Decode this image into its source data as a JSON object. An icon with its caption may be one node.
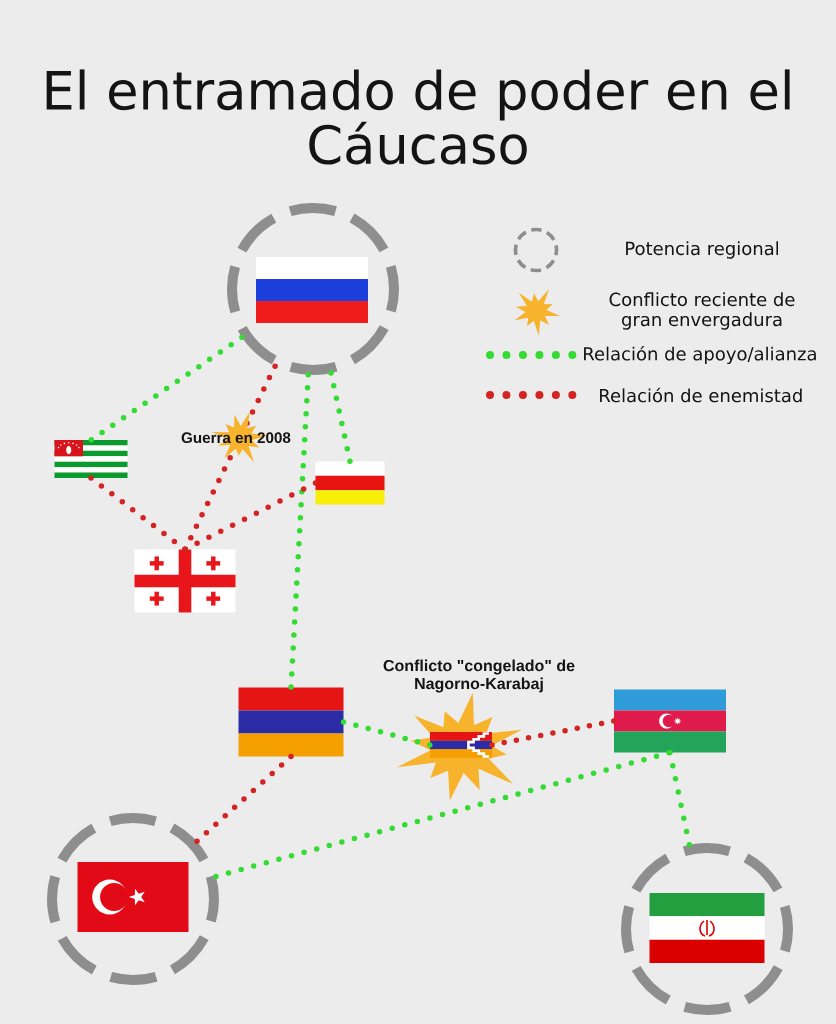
{
  "diagram": {
    "title": "El entramado de poder en el Cáucaso",
    "nodes": [
      {
        "text": [],
        "shape": "circle"
      },
      {
        "text": [],
        "shape": "picture",
        "in": 0
      },
      {
        "text": [],
        "shape": "picture"
      },
      {
        "text": [],
        "shape": "picture"
      },
      {
        "text": [],
        "shape": "picture"
      },
      {
        "text": [],
        "shape": "picture"
      },
      {
        "text": [],
        "shape": "picture",
        "beside": [
          "Conflicto \"congelado\" de Nagorno-Karabaj"
        ]
      },
      {
        "text": [],
        "shape": "picture"
      },
      {
        "text": [],
        "shape": "circle"
      },
      {
        "text": [],
        "shape": "picture",
        "in": 8
      },
      {
        "text": [],
        "shape": "circle"
      },
      {
        "text": [],
        "shape": "picture",
        "in": 10
      }
    ],
    "edges": [
      {
        "from": 0,
        "to": 2,
        "arrow": "none"
      },
      {
        "from": 0,
        "to": 4,
        "arrow": "none",
        "label": "Guerra en 2008",
        "color": "#d42323"
      },
      {
        "from": 0,
        "to": 3,
        "arrow": "none"
      },
      {
        "from": 0,
        "to": 5,
        "arrow": "none"
      },
      {
        "from": 2,
        "to": 4,
        "arrow": "none",
        "color": "#d42323"
      },
      {
        "from": 3,
        "to": 4,
        "arrow": "none",
        "color": "#d42323"
      },
      {
        "from": 5,
        "to": 6,
        "arrow": "none"
      },
      {
        "from": 6,
        "to": 7,
        "arrow": "none",
        "color": "#d42323"
      },
      {
        "from": 5,
        "to": 8,
        "arrow": "none",
        "color": "#d42323"
      },
      {
        "from": 8,
        "to": 7,
        "arrow": "none"
      },
      {
        "from": 7,
        "to": 10,
        "arrow": "none"
      }
    ],
    "legend": [
      {
        "text": "Potencia regional"
      },
      {
        "text": "Conflicto reciente de gran envergadura"
      },
      {
        "text": "Relación de apoyo/alianza"
      },
      {
        "text": "Relación de enemistad"
      }
    ]
  }
}
